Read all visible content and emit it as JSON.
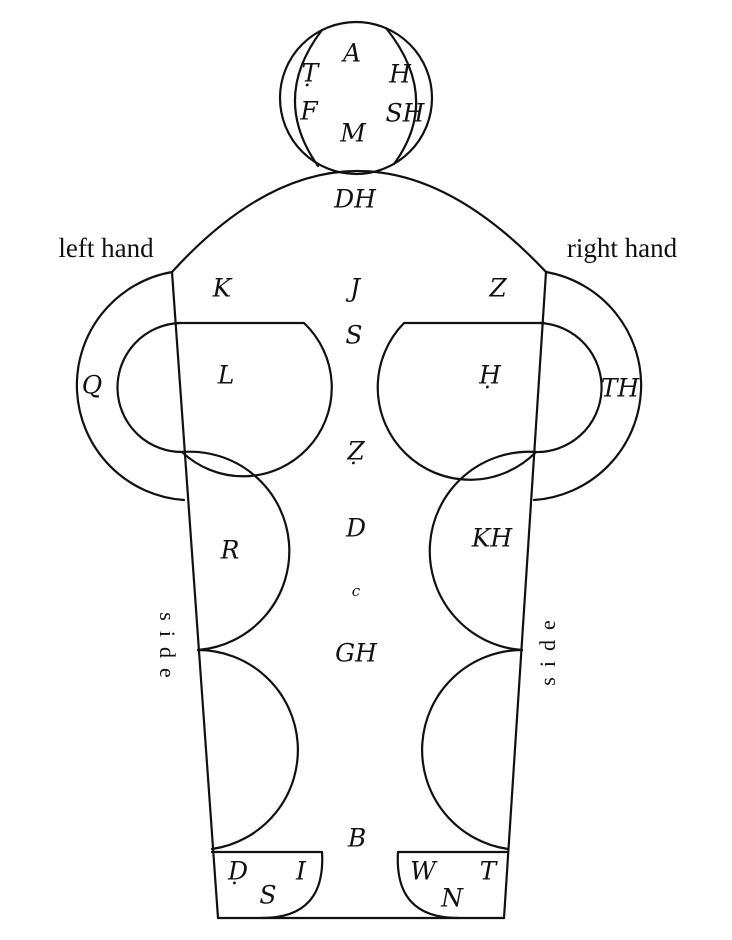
{
  "captions": {
    "left_hand": "left hand",
    "right_hand": "right hand",
    "left_side": "side",
    "right_side": "side"
  },
  "letters": {
    "head_a": "A",
    "head_t_dot": "Ṭ",
    "head_f": "F",
    "head_h": "H",
    "head_sh": "SH",
    "head_m": "M",
    "neck_dh": "DH",
    "k": "K",
    "j": "J",
    "z": "Z",
    "s": "S",
    "q": "Q",
    "l": "L",
    "h_dot": "Ḥ",
    "th": "TH",
    "z_dot": "Ẓ",
    "d": "D",
    "r": "R",
    "kh": "KH",
    "c": "c",
    "gh": "GH",
    "b": "B",
    "d_dot": "Ḍ",
    "i": "I",
    "s_foot": "S",
    "w": "W",
    "t": "T",
    "n": "N"
  }
}
